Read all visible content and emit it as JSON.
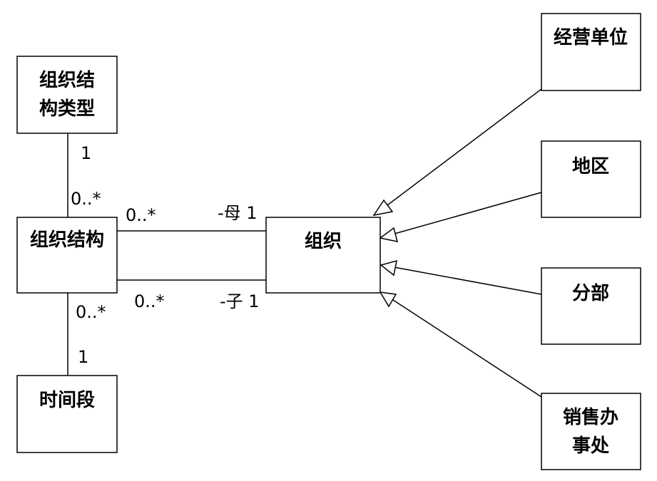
{
  "boxes": {
    "org_structure_type": [
      "组织结",
      "构类型"
    ],
    "org_structure": [
      "组织结构"
    ],
    "time_period": [
      "时间段"
    ],
    "organization": [
      "组织"
    ],
    "business_unit": [
      "经营单位"
    ],
    "region": [
      "地区"
    ],
    "division": [
      "分部"
    ],
    "sales_office": [
      "销售办",
      "事处"
    ]
  },
  "multiplicities": {
    "type_side": "1",
    "structure_side_top": "0..*",
    "structure_parent_side": "0..*",
    "parent_role": "-母 1",
    "structure_child_side": "0..*",
    "child_role": "-子 1",
    "structure_side_bottom": "0..*",
    "period_side": "1"
  }
}
